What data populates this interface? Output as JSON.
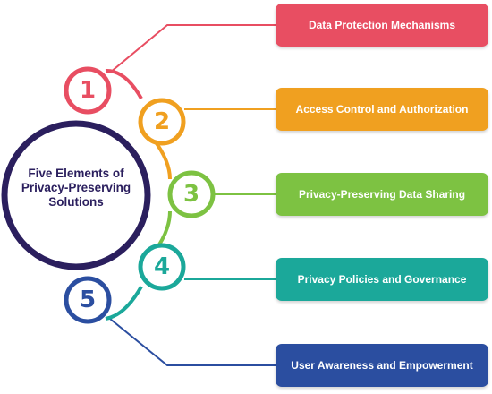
{
  "center": {
    "lines": [
      "Five Elements of",
      "Privacy-Preserving",
      "Solutions"
    ],
    "ring_color": "#2b1f5e"
  },
  "elements": [
    {
      "number": "1",
      "label": "Data Protection Mechanisms",
      "color": "#e84e62"
    },
    {
      "number": "2",
      "label": "Access Control and Authorization",
      "color": "#f0a020"
    },
    {
      "number": "3",
      "label": "Privacy-Preserving Data Sharing",
      "color": "#7dc242"
    },
    {
      "number": "4",
      "label": "Privacy Policies and Governance",
      "color": "#1ba89a"
    },
    {
      "number": "5",
      "label": "User Awareness and Empowerment",
      "color": "#2b4ea0"
    }
  ]
}
